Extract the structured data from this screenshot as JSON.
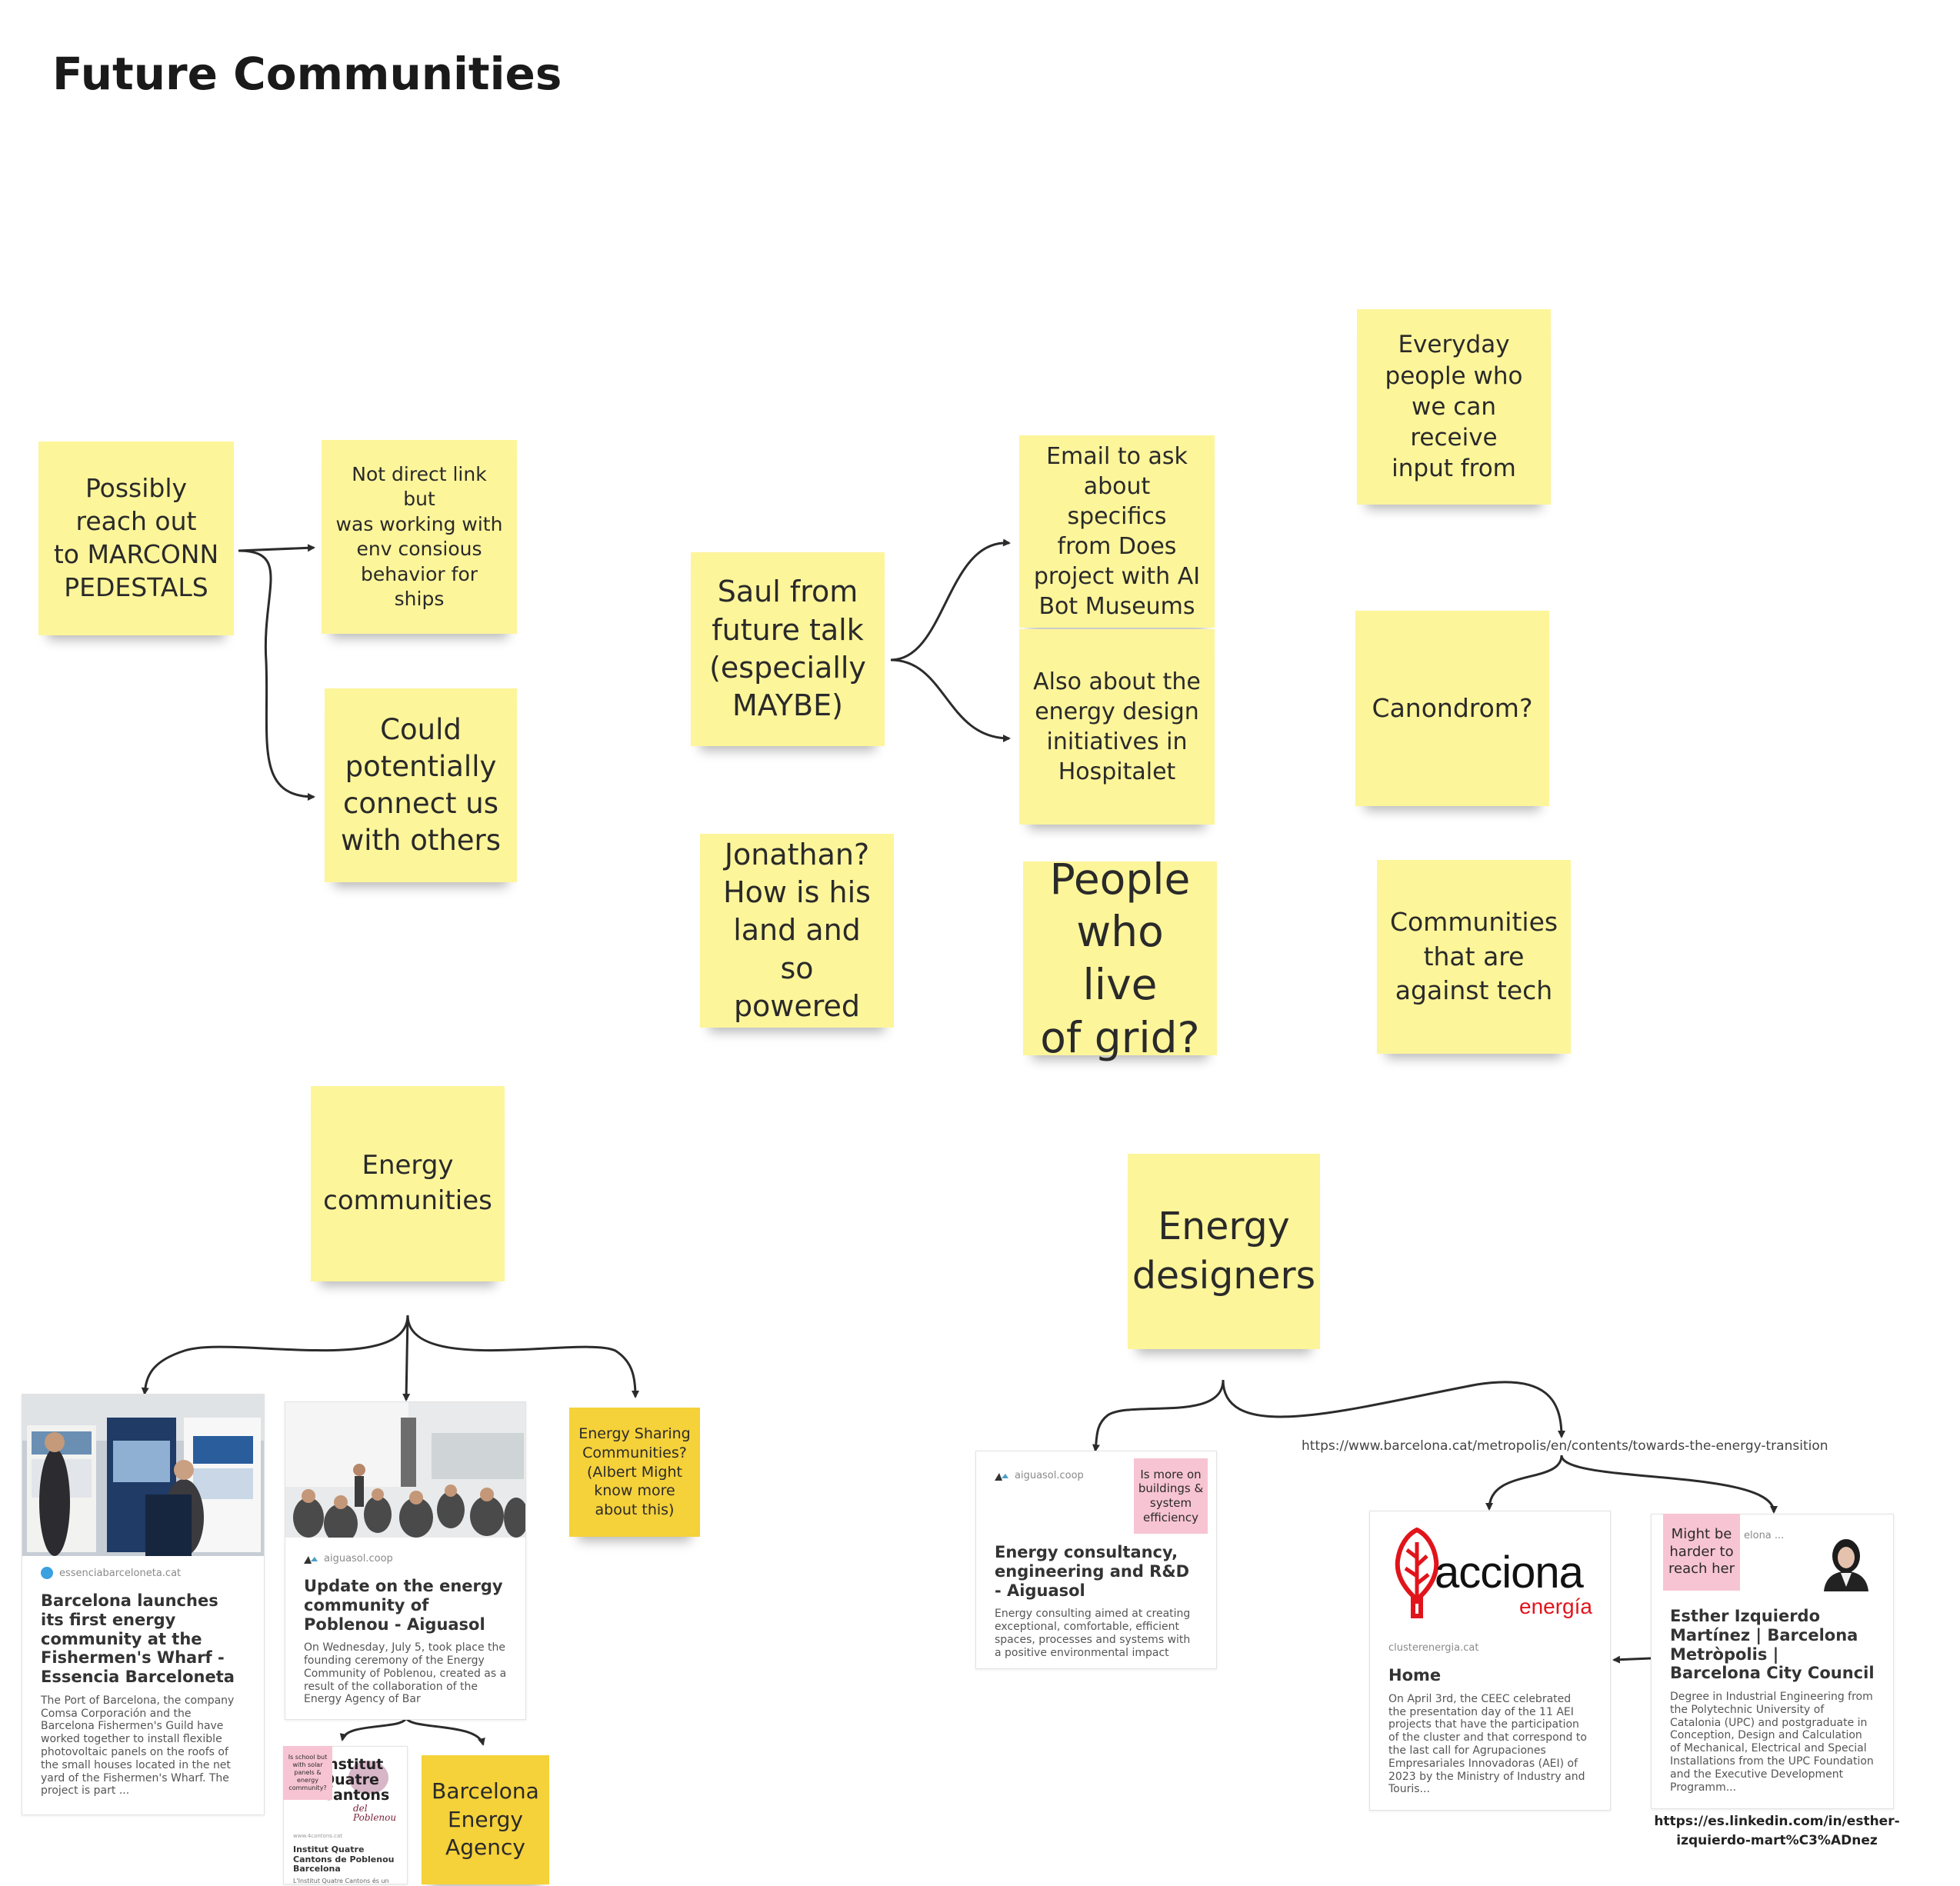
{
  "board": {
    "title": "Future Communities"
  },
  "stickies": {
    "marconn": "Possibly\nreach out\nto MARCONN\nPEDESTALS",
    "not_direct": "Not direct link but\nwas working with\nenv consious\nbehavior for ships",
    "could_connect": "Could\npotentially\nconnect us\nwith others",
    "saul": "Saul from\nfuture talk\n(especially\nMAYBE)",
    "email_ask": "Email to ask\nabout specifics\nfrom Does\nproject with AI\nBot Museums",
    "energy_design_hospitalet": "Also about the\nenergy design\ninitiatives in\nHospitalet",
    "everyday_people": "Everyday\npeople who\nwe can receive\ninput from",
    "canondrom": "Canondrom?",
    "jonathan": "Jonathan?\nHow is his\nland and so\npowered",
    "off_grid": "People\nwho live\nof grid?",
    "against_tech": "Communities\nthat are\nagainst tech",
    "energy_communities": "Energy\ncommunities",
    "energy_designers": "Energy\ndesigners",
    "energy_sharing": "Energy Sharing\nCommunities?\n(Albert Might\nknow more\nabout this)",
    "barcelona_energy_agency": "Barcelona\nEnergy\nAgency",
    "school_note": "Is school but\nwith solar\npanels &\nenergy\ncommunity?",
    "buildings_note": "Is more on\nbuildings &\nsystem\nefficiency",
    "harder_note": "Might be\nharder to\nreach her"
  },
  "cards": {
    "essencia": {
      "source": "essenciabarceloneta.cat",
      "title": "Barcelona launches its first energy community at the Fishermen's Wharf - Essencia Barceloneta",
      "desc": "The Port of Barcelona, the company Comsa Corporación and the Barcelona Fishermen's Guild have worked together to install flexible photovoltaic panels on the roofs of the small houses located in the net yard of the Fishermen's Wharf. The project is part ..."
    },
    "poblenou": {
      "source": "aiguasol.coop",
      "title": "Update on the energy community of Poblenou - Aiguasol",
      "desc": "On Wednesday, July 5, took place the founding ceremony of the Energy Community of Poblenou, created as a result of the collaboration of the Energy Agency of Bar"
    },
    "quatre": {
      "logo_line1": "Institut",
      "logo_line2": "Quatre",
      "logo_line3": "Cantons",
      "logo_line4": "del Poblenou",
      "source": "www.4cantons.cat",
      "title": "Institut Quatre Cantons de Poblenou Barcelona",
      "desc": "L'Institut Quatre Cantons és un centre públic d'educació secundària. Institut Quatre Cantons de Poblenou"
    },
    "aiguasol": {
      "source": "aiguasol.coop",
      "title": "Energy consultancy, engineering and R&D - Aiguasol",
      "desc": "Energy consulting aimed at creating exceptional, comfortable, efficient spaces, processes and systems with a positive environmental impact"
    },
    "acciona": {
      "logo_word": "acciona",
      "logo_sub": "energía",
      "source": "clusterenergia.cat",
      "title": "Home",
      "desc": "On April 3rd, the CEEC celebrated the presentation day of the 11 AEI projects that have the participation of the cluster and that correspond to the last call for Agrupaciones Empresariales Innovadoras (AEI) of 2023 by the Ministry of Industry and Touris..."
    },
    "esther": {
      "source": "elona ...",
      "title": "Esther Izquierdo Martínez | Barcelona Metròpolis | Barcelona City Council",
      "desc": "Degree in Industrial Engineering from the Polytechnic University of Catalonia (UPC) and postgraduate in Conception, Design and Calculation of Mechanical, Electrical and Special Installations from the UPC Foundation and the Executive Development Programm..."
    }
  },
  "links": {
    "energy_transition": "https://www.barcelona.cat/metropolis/en/contents/towards-the-energy-transition",
    "linkedin_line1": "https://es.linkedin.com/in/esther-",
    "linkedin_line2": "izquierdo-mart%C3%ADnez"
  },
  "colors": {
    "sticky_yellow": "#fdf59a",
    "sticky_gold": "#f5d13a",
    "sticky_pink": "#f7c4d4",
    "acciona_red": "#e1141b"
  }
}
